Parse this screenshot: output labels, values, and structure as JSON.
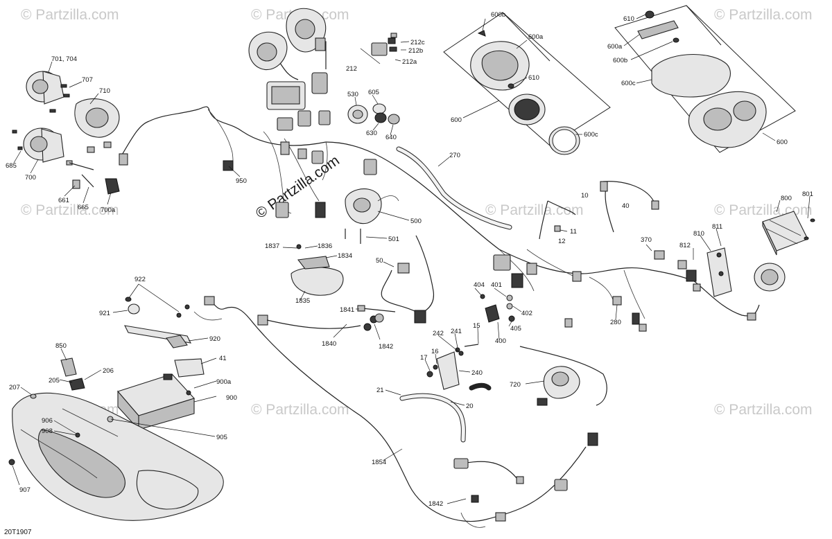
{
  "diagram": {
    "reference_code": "20T1907",
    "watermarks": [
      "© Partzilla.com",
      "© Partzilla.com",
      "© Partzilla.com",
      "© Partzilla.com",
      "© Partzilla.com",
      "© Partzilla.com",
      "© Partzilla.com",
      "© Partzilla.com",
      "© Partzilla.com"
    ],
    "center_watermark": "© Partzilla.com",
    "callouts": [
      "701, 704",
      "707",
      "710",
      "685",
      "700",
      "661",
      "665",
      "700a",
      "950",
      "530",
      "605",
      "630",
      "640",
      "212c",
      "212b",
      "212a",
      "212",
      "600b",
      "600a",
      "610",
      "600",
      "600c",
      "610",
      "600a",
      "600b",
      "600c",
      "600",
      "270",
      "500",
      "501",
      "10",
      "40",
      "11",
      "12",
      "801",
      "800",
      "810",
      "811",
      "812",
      "370",
      "1837",
      "1836",
      "1834",
      "1835",
      "50",
      "922",
      "921",
      "920",
      "1841",
      "1840",
      "1842",
      "404",
      "401",
      "402",
      "405",
      "400",
      "15",
      "241",
      "242",
      "16",
      "17",
      "240",
      "280",
      "850",
      "205",
      "206",
      "41",
      "900a",
      "900",
      "207",
      "906",
      "908",
      "905",
      "907",
      "21",
      "20",
      "720",
      "1854",
      "1842"
    ]
  }
}
